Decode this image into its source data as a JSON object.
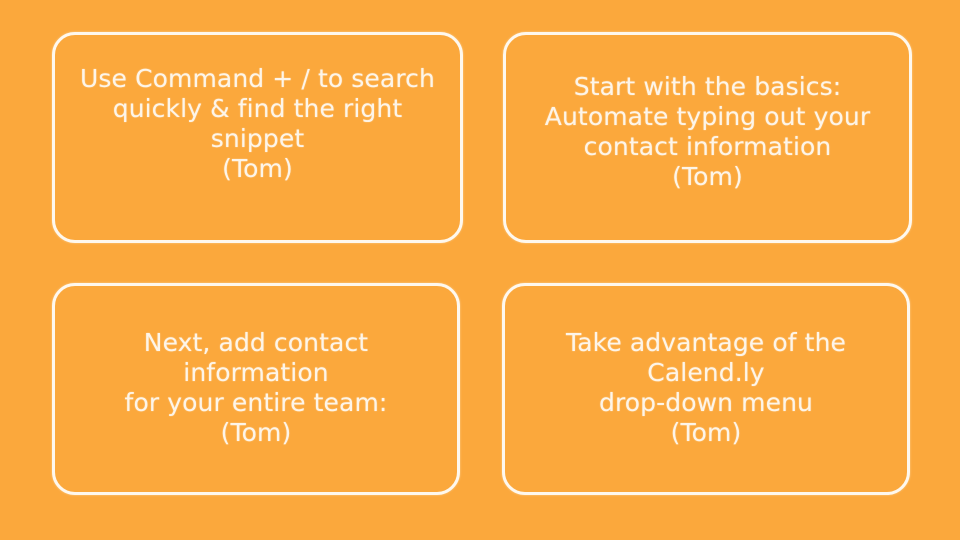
{
  "slide": {
    "background_color": "#FBA83C",
    "border_color": "#FEF8EE",
    "text_color": "#FDF5E9",
    "layout": "2x2-card-grid"
  },
  "cards": [
    {
      "id": "card-1",
      "position": "top-left",
      "text": "Use Command + / to search\nquickly & find the right snippet\n(Tom)",
      "lines": [
        "Use Command + / to search",
        "quickly & find the right snippet",
        "(Tom)"
      ],
      "author": "(Tom)"
    },
    {
      "id": "card-2",
      "position": "top-right",
      "text": "Start with the basics:\nAutomate typing out your\ncontact information\n(Tom)",
      "lines": [
        "Start with the basics:",
        "Automate typing out your",
        "contact information",
        "(Tom)"
      ],
      "author": "(Tom)"
    },
    {
      "id": "card-3",
      "position": "bottom-left",
      "text": "Next, add contact information\nfor your entire team:\n(Tom)",
      "lines": [
        "Next, add contact information",
        "for your entire team:",
        "(Tom)"
      ],
      "author": "(Tom)"
    },
    {
      "id": "card-4",
      "position": "bottom-right",
      "text": "Take advantage of the Calend.ly\ndrop-down menu\n(Tom)",
      "lines": [
        "Take advantage of the Calend.ly",
        "drop-down menu",
        "(Tom)"
      ],
      "author": "(Tom)"
    }
  ]
}
